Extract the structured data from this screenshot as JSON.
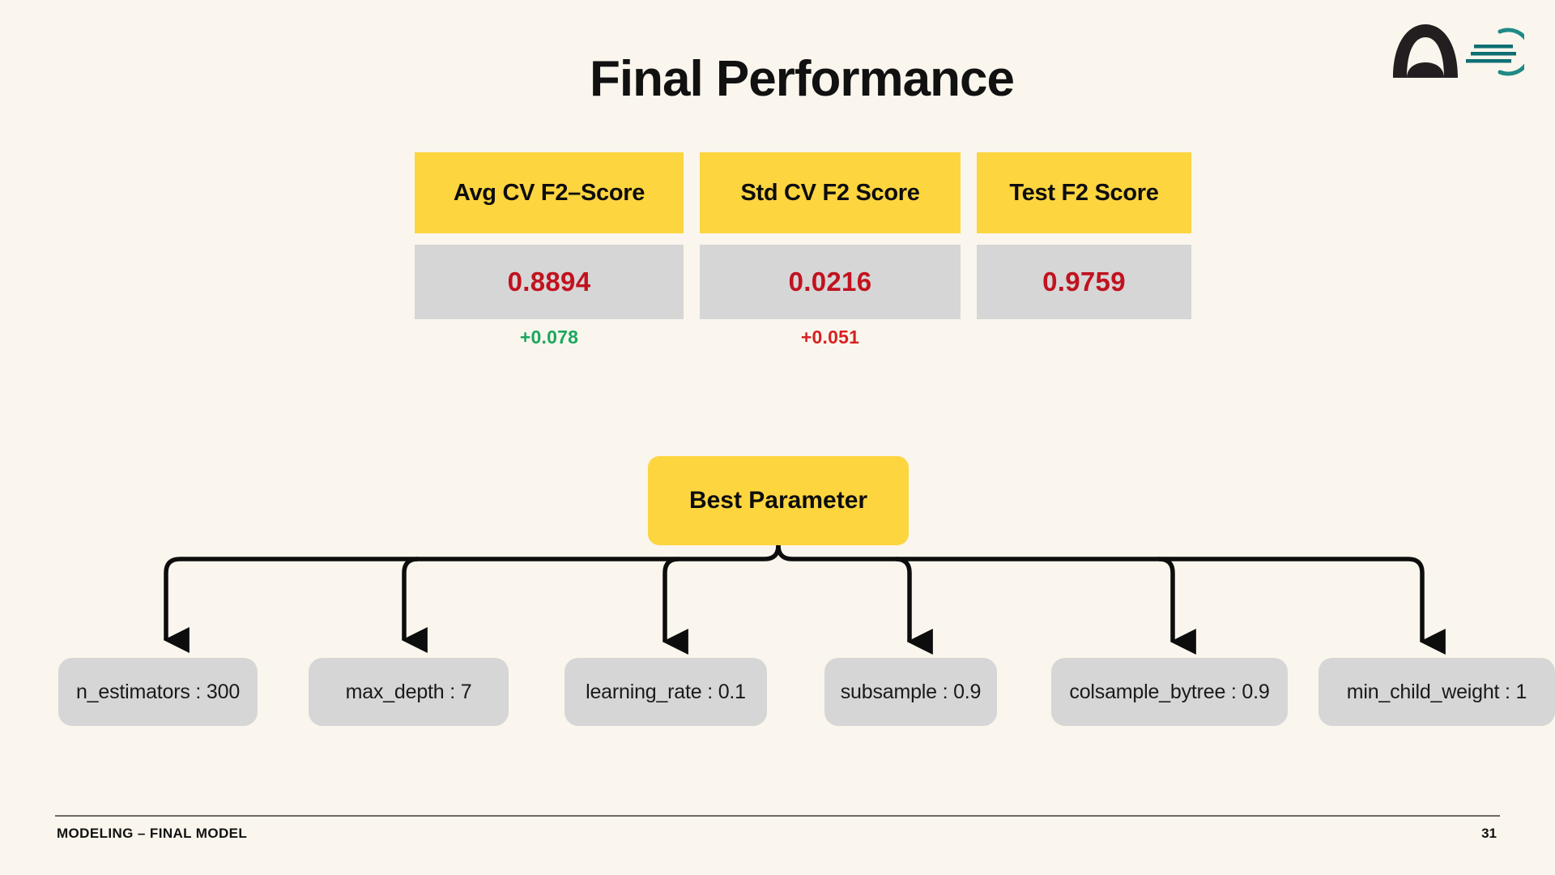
{
  "slide": {
    "title": "Final Performance",
    "background_color": "#faf6ed",
    "accent_yellow": "#fdd53f",
    "panel_gray": "#d6d6d6",
    "value_red": "#c1121f",
    "delta_green": "#1aa85e",
    "delta_red": "#d62222"
  },
  "logo": {
    "name": "brand-logo",
    "arch_color": "#231f20",
    "ring_color": "#1f8a86"
  },
  "metrics": [
    {
      "header": "Avg CV F2–Score",
      "value": "0.8894",
      "delta": "+0.078",
      "delta_direction": "positive"
    },
    {
      "header": "Std CV F2 Score",
      "value": "0.0216",
      "delta": "+0.051",
      "delta_direction": "negative"
    },
    {
      "header": "Test F2 Score",
      "value": "0.9759",
      "delta": "",
      "delta_direction": "none"
    }
  ],
  "tree": {
    "root_label": "Best Parameter",
    "leaves": [
      {
        "label": "n_estimators : 300"
      },
      {
        "label": "max_depth : 7"
      },
      {
        "label": "learning_rate : 0.1"
      },
      {
        "label": "subsample : 0.9"
      },
      {
        "label": "colsample_bytree : 0.9"
      },
      {
        "label": "min_child_weight : 1"
      }
    ]
  },
  "footer": {
    "section_label": "MODELING – FINAL MODEL",
    "page_number": "31"
  }
}
